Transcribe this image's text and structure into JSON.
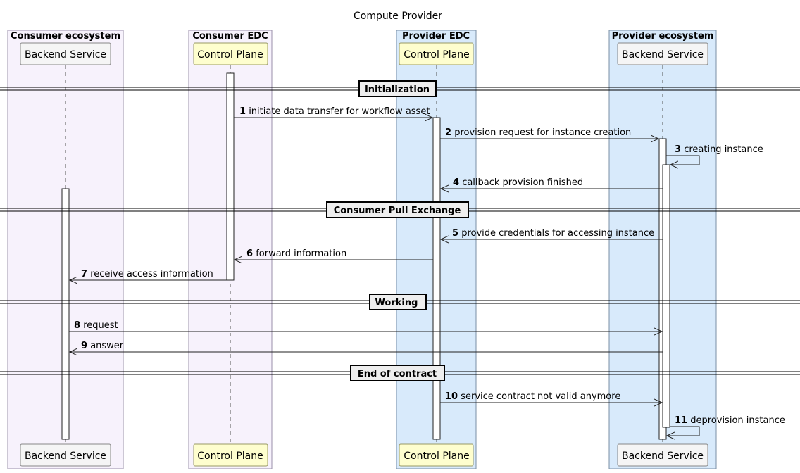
{
  "title": "Compute Provider",
  "boxes": [
    {
      "label": "Consumer ecosystem",
      "fill": "#f7f2fc",
      "stroke": "#9a8faa"
    },
    {
      "label": "Consumer EDC",
      "fill": "#f7f2fc",
      "stroke": "#9a8faa"
    },
    {
      "label": "Provider EDC",
      "fill": "#d8eafb",
      "stroke": "#7a8fa5"
    },
    {
      "label": "Provider ecosystem",
      "fill": "#d8eafb",
      "stroke": "#7a8fa5"
    }
  ],
  "participants": [
    {
      "label": "Backend Service",
      "fill": "#f5f5f5"
    },
    {
      "label": "Control Plane",
      "fill": "#fefece"
    },
    {
      "label": "Control Plane",
      "fill": "#fefece"
    },
    {
      "label": "Backend Service",
      "fill": "#f5f5f5"
    }
  ],
  "dividers": [
    "Initialization",
    "Consumer Pull Exchange",
    "Working",
    "End of contract"
  ],
  "messages": [
    {
      "num": "1",
      "text": "initiate data transfer for workflow asset"
    },
    {
      "num": "2",
      "text": "provision request for instance creation"
    },
    {
      "num": "3",
      "text": "creating instance"
    },
    {
      "num": "4",
      "text": "callback provision finished"
    },
    {
      "num": "5",
      "text": "provide credentials for accessing instance"
    },
    {
      "num": "6",
      "text": "forward information"
    },
    {
      "num": "7",
      "text": "receive access information"
    },
    {
      "num": "8",
      "text": "request"
    },
    {
      "num": "9",
      "text": "answer"
    },
    {
      "num": "10",
      "text": "service contract not valid anymore"
    },
    {
      "num": "11",
      "text": "deprovision instance"
    }
  ]
}
